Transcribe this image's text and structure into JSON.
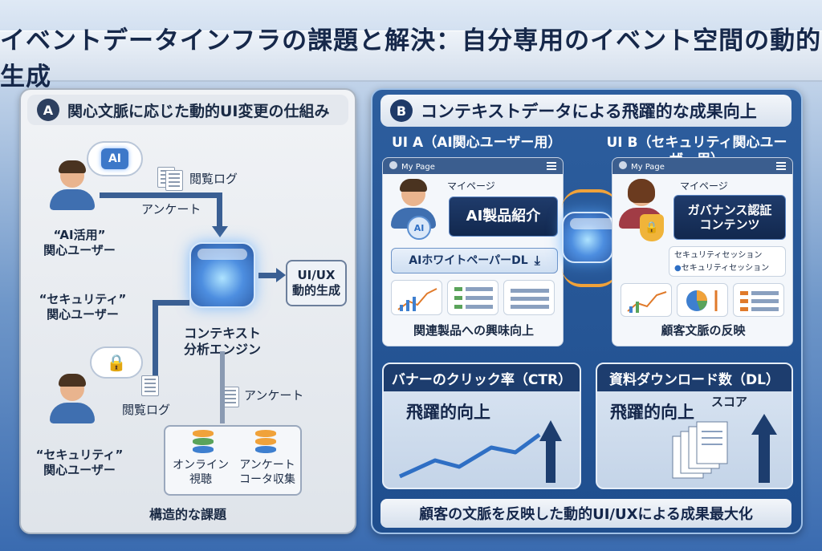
{
  "title": "イベントデータインフラの課題と解決：自分専用のイベント空間の動的生成",
  "panel_a": {
    "badge": "A",
    "heading": "関心文脈に応じた動的UI変更の仕組み",
    "ai_chip": "AI",
    "user_ai": "“AI活用”\n関心ユーザー",
    "user_sec_mid": "“セキュリティ”\n関心ユーザー",
    "user_sec_bottom": "“セキュリティ”\n関心ユーザー",
    "browse_log_top": "閲覧ログ",
    "survey_top": "アンケート",
    "engine": "コンテキスト\n分析エンジン",
    "output": "UI/UX\n動的生成",
    "browse_log_bottom": "閲覧ログ",
    "survey_bottom": "アンケート",
    "db_online": "オンライン\n視聴",
    "db_survey": "アンケート\nコータ収集",
    "footer": "構造的な課題"
  },
  "panel_b": {
    "badge": "B",
    "heading": "コンテキストデータによる飛躍的な成果向上",
    "ui_a_title": "UI A（AI関心ユーザー用）",
    "ui_b_title": "UI B（セキュリティ関心ユーザー用）",
    "my_page_en": "My Page",
    "my_page_jp": "マイページ",
    "ai_product": "AI製品紹介",
    "ai_whitepaper": "AIホワイトペーパーDL",
    "ai_chip": "AI",
    "gov_content": "ガバナンス認証\nコンテンツ",
    "sec_session_1": "セキュリティセッション",
    "sec_session_2": "セキュリティセッション",
    "caption_a": "関連製品への興味向上",
    "caption_b": "顧客文脈の反映",
    "ctr_title": "バナーのクリック率（CTR）",
    "ctr_big": "飛躍的向上",
    "dl_title": "資料ダウンロード数（DL）",
    "dl_big": "飛躍的向上",
    "dl_score": "スコア",
    "footer": "顧客の文脈を反映した動的UI/UXによる成果最大化"
  },
  "colors": {
    "navy": "#14264a",
    "accent_blue": "#2f6fc4",
    "orange": "#f0a23a",
    "panel_b_bg": "#245493"
  },
  "icons": [
    "person-icon",
    "ai-brain-icon",
    "lock-key-icon",
    "document-icon",
    "database-icon",
    "download-icon",
    "line-chart-icon",
    "pie-chart-icon",
    "list-icon",
    "up-arrow-icon",
    "hamburger-icon"
  ]
}
